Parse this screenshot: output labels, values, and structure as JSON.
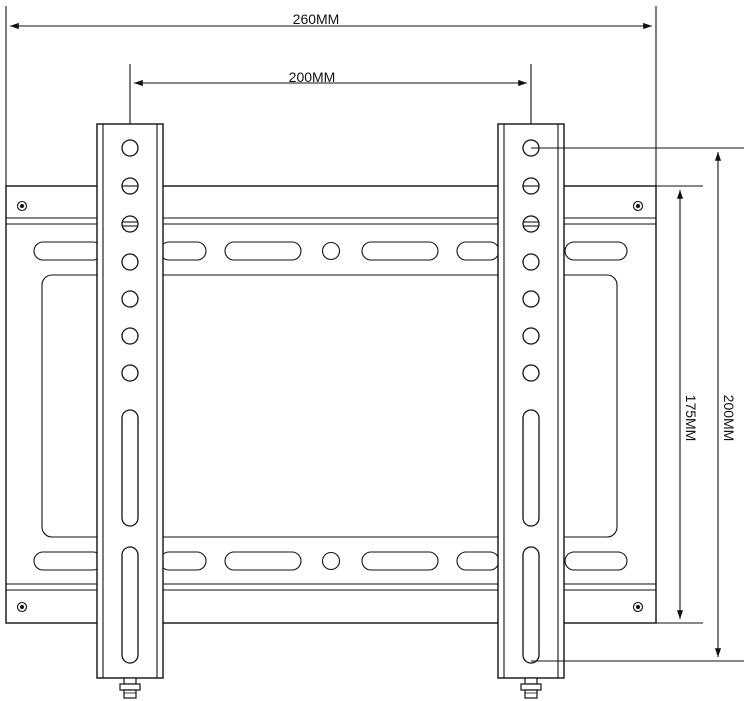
{
  "dimensions": {
    "overall_width": "260MM",
    "hole_spacing_width": "200MM",
    "plate_height": "175MM",
    "hole_spacing_height": "200MM"
  },
  "colors": {
    "line": "#111111",
    "background": "#ffffff"
  }
}
